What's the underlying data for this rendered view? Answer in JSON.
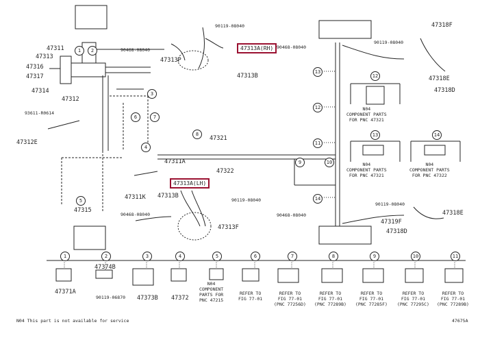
{
  "labels": {
    "p47311": "47311",
    "p47313_top": "47313",
    "p47316": "47316",
    "p47317": "47317",
    "p47314": "47314",
    "p47312": "47312",
    "p90468_a": "90468-08040",
    "p47313p": "47313P",
    "p90119_a": "90119-08040",
    "p47313b_top": "47313B",
    "p93611": "93611-R0614",
    "p47312e": "47312E",
    "p47321": "47321",
    "p47322": "47322",
    "p47311a": "47311A",
    "p47311k": "47311K",
    "p47315": "47315",
    "p90468_b": "90468-08040",
    "p47313b_mid": "47313B",
    "p90119_b": "90119-08040",
    "p47313f": "47313F",
    "p90468_c": "90468-08040",
    "p47318f": "47318F",
    "p90119_c": "90119-08040",
    "p47318e": "47318E",
    "p47318d": "47318D",
    "p90119_d": "90119-08040",
    "p90468_d": "90468-08040",
    "p47319f": "47319F",
    "p47318e_b": "47318E",
    "p47318d_b": "47318D",
    "p47371a": "47371A",
    "p47374b": "47374B",
    "p90119_e": "90119-06870",
    "p47373b": "47373B",
    "p47372": "47372"
  },
  "highlights": {
    "rh": "47313A(RH)",
    "lh": "47313A(LH)"
  },
  "notes": {
    "n12": "N04\nCOMPONENT PARTS\nFOR PNC 47321",
    "n13": "N04\nCOMPONENT PARTS\nFOR PNC 47321",
    "n14": "N04\nCOMPONENT PARTS\nFOR PNC 47322",
    "n5": "N04\nCOMPONENT\nPARTS FOR\nPNC 47215",
    "r6": "REFER TO\nFIG 77-01",
    "r7": "REFER TO\nFIG 77-01\n(PNC 77256D)",
    "r8": "REFER TO\nFIG 77-01\n(PNC 77289B)",
    "r9": "REFER TO\nFIG 77-01\n(PNC 77285F)",
    "r10": "REFER TO\nFIG 77-01\n(PNC 77295C)",
    "r11": "REFER TO\nFIG 77-01\n(PNC 77289B)"
  },
  "callouts": [
    "1",
    "2",
    "3",
    "4",
    "5",
    "6",
    "7",
    "8",
    "9",
    "10",
    "11",
    "12",
    "13",
    "14"
  ],
  "footer": {
    "note": "N04 This part is not available for service",
    "code": "47675A"
  }
}
